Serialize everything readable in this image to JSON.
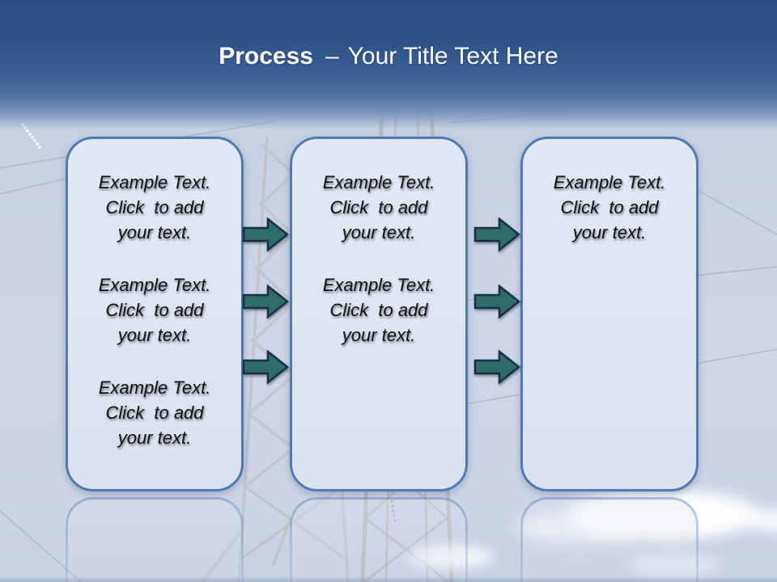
{
  "title": {
    "highlight": "Process",
    "separator": "–",
    "text": "Your Title Text Here"
  },
  "boxes": [
    {
      "paragraphs": [
        "Example Text.\nClick  to add\nyour text.",
        "Example Text.\nClick  to add\nyour text.",
        "Example Text.\nClick  to add\nyour text."
      ]
    },
    {
      "paragraphs": [
        "Example Text.\nClick  to add\nyour text.",
        "Example Text.\nClick  to add\nyour text."
      ]
    },
    {
      "paragraphs": [
        "Example Text.\nClick  to add\nyour text."
      ]
    }
  ],
  "arrows": {
    "between_box1_box2": 3,
    "between_box2_box3": 3,
    "direction": "right"
  },
  "colors": {
    "header_top": "#2b4f85",
    "header_bottom": "#4c6d9e",
    "sky": "#cdd6e6",
    "box_fill": "#dde5f1",
    "box_border": "#4f7ab3",
    "arrow_fill": "#2f6b67",
    "arrow_outline": "#16304a",
    "title_text": "#ffffff",
    "body_text": "#131313"
  }
}
